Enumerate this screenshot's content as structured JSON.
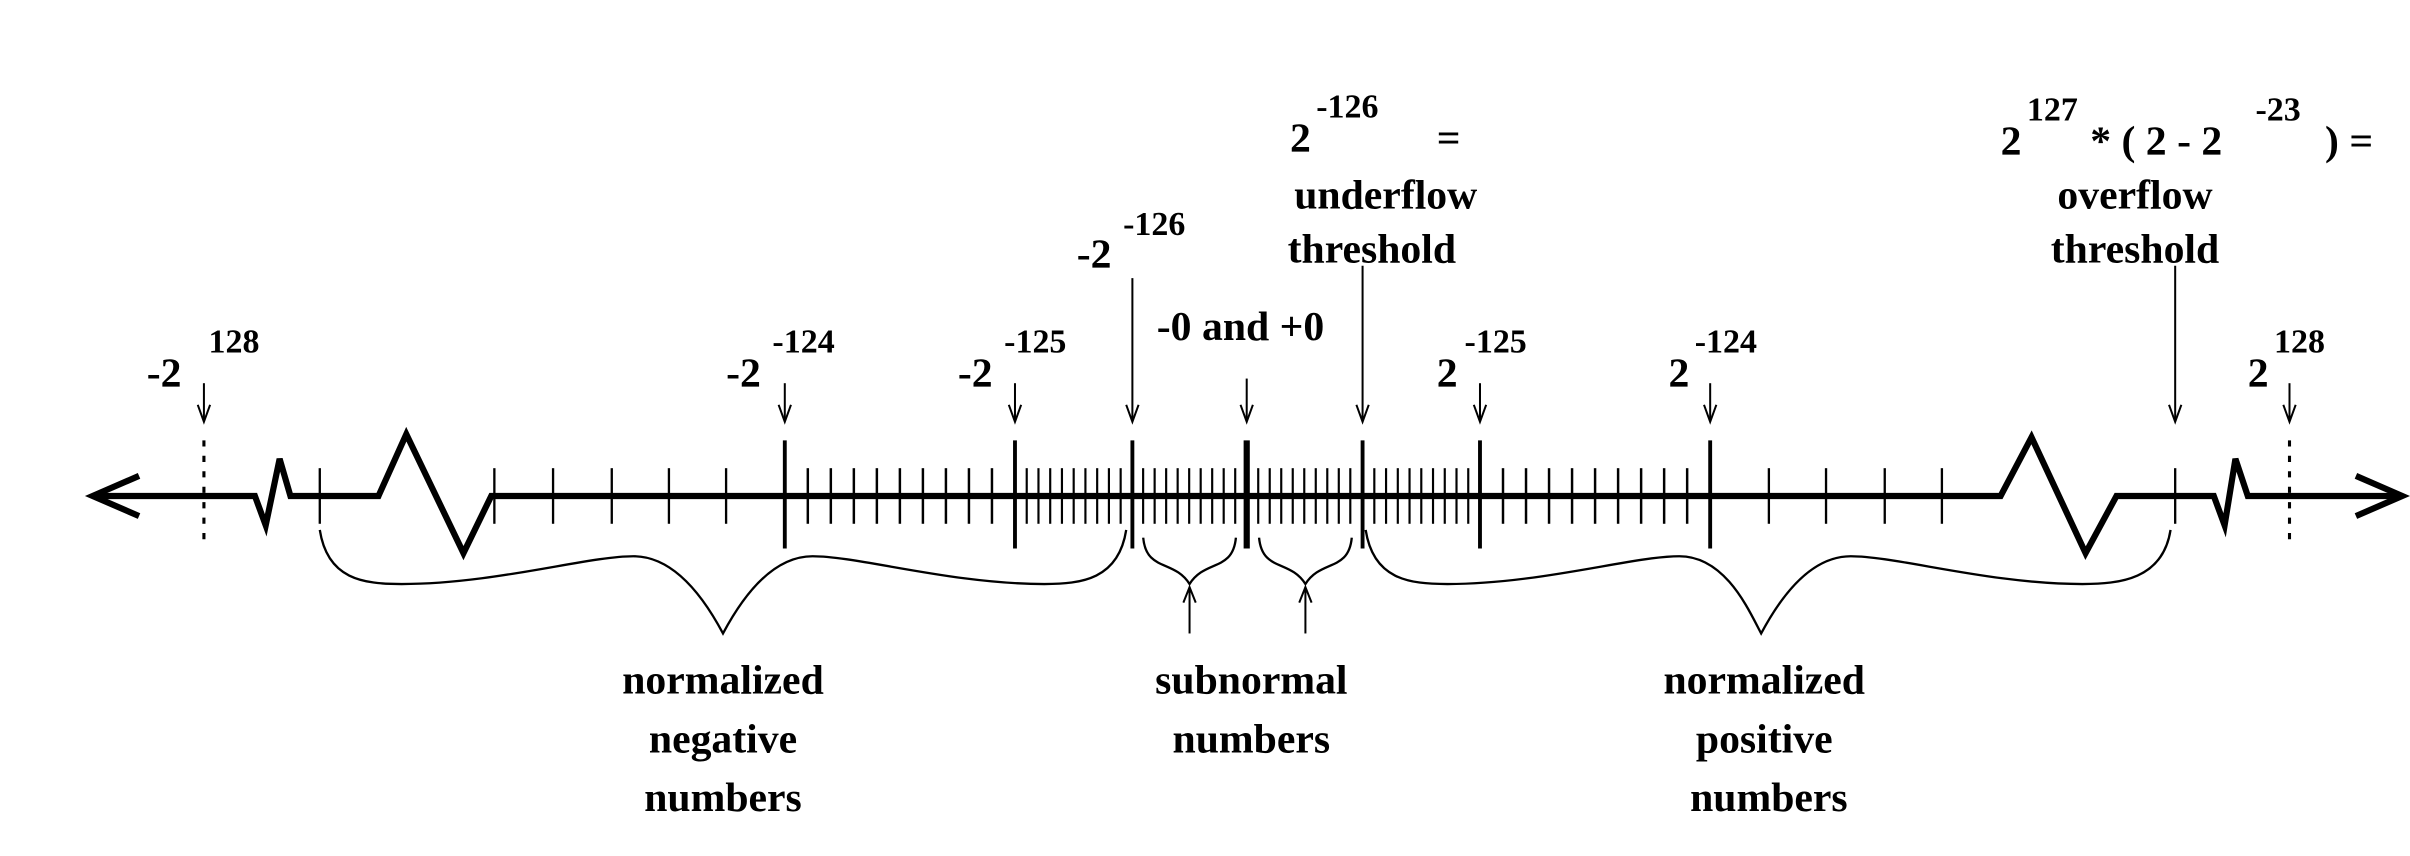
{
  "title": "IEEE single precision number line",
  "colors": {
    "ink": "#000000",
    "background": "#ffffff"
  },
  "markers": {
    "neg_overflow": {
      "base": "-2",
      "exp": "128"
    },
    "neg_124": {
      "base": "-2",
      "exp": "-124"
    },
    "neg_125": {
      "base": "-2",
      "exp": "-125"
    },
    "neg_126": {
      "base": "-2",
      "exp": "-126"
    },
    "zero": {
      "text": "-0 and +0"
    },
    "underflow": {
      "base": "2",
      "exp": "-126",
      "eq": "=",
      "line1": "underflow",
      "line2": "threshold"
    },
    "pos_125": {
      "base": "2",
      "exp": "-125"
    },
    "pos_124": {
      "base": "2",
      "exp": "-124"
    },
    "overflow": {
      "base": "2",
      "exp": "127",
      "mid": "* ( 2 - 2",
      "exp2": "-23",
      "tail": ")  =",
      "line1": "overflow",
      "line2": "threshold"
    },
    "pos_overflow": {
      "base": "2",
      "exp": "128"
    }
  },
  "regions": {
    "neg_normal": [
      "normalized",
      "negative",
      "numbers"
    ],
    "subnormal": [
      "subnormal",
      "numbers"
    ],
    "pos_normal": [
      "normalized",
      "positive",
      "numbers"
    ]
  }
}
